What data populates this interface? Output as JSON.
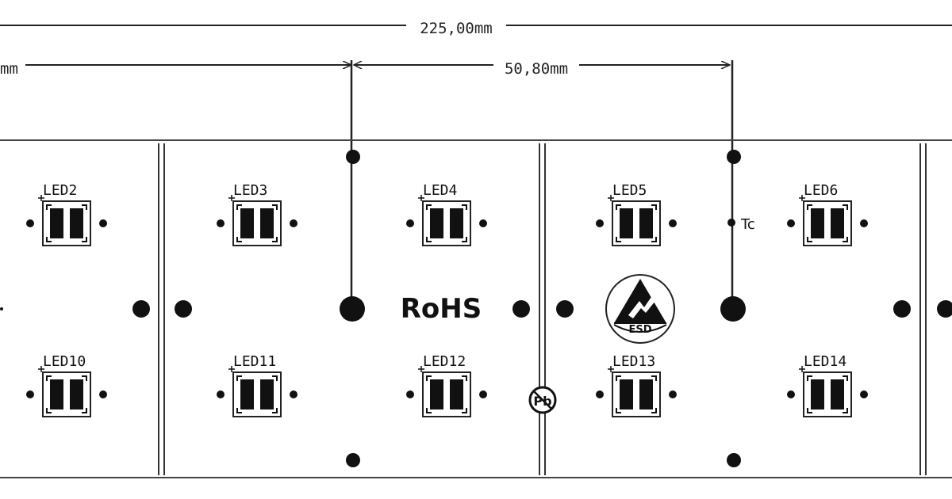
{
  "dimensions": {
    "overall": "225,00mm",
    "left_partial": "mm",
    "pitch": "50,80mm"
  },
  "leds_top": [
    "LED2",
    "LED3",
    "LED4",
    "LED5",
    "LED6"
  ],
  "leds_bottom": [
    "LED10",
    "LED11",
    "LED12",
    "LED13",
    "LED14"
  ],
  "markings": {
    "rohs": "RoHS",
    "esd": "ESD",
    "tc": "Tc"
  },
  "colors": {
    "line": "#222222",
    "fill": "#111111",
    "background": "#ffffff"
  }
}
